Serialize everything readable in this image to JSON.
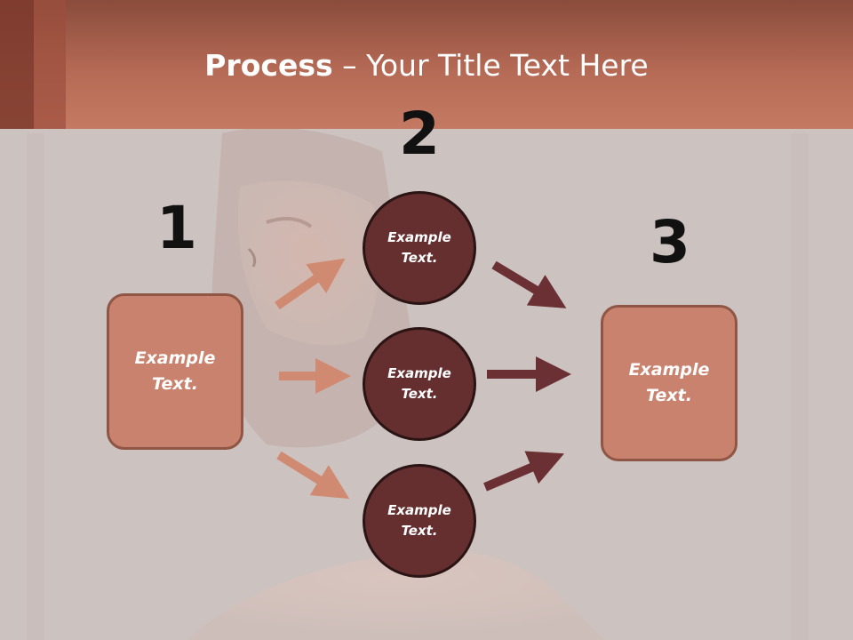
{
  "title": {
    "bold": "Process",
    "separator": " – ",
    "rest": "Your Title Text Here"
  },
  "steps": [
    {
      "number": "1"
    },
    {
      "number": "2"
    },
    {
      "number": "3"
    }
  ],
  "left_box": {
    "label": "Example\nText."
  },
  "circles": [
    {
      "label": "Example\nText."
    },
    {
      "label": "Example\nText."
    },
    {
      "label": "Example\nText."
    }
  ],
  "right_box": {
    "label": "Example\nText."
  },
  "colors": {
    "header": "#b56a55",
    "box_fill": "#c9826e",
    "circle_fill": "#652f30",
    "arrow_light": "#d08a72",
    "arrow_dark": "#6b3034"
  }
}
